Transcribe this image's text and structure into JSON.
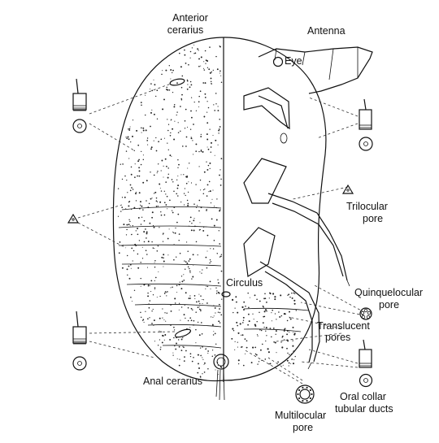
{
  "labels": {
    "anterior_cerarius": [
      "Anterior",
      "cerarius"
    ],
    "antenna": "Antenna",
    "eye": "Eye",
    "trilocular_pore": [
      "Trilocular",
      "pore"
    ],
    "circulus": "Circulus",
    "quinquelocular_pore": [
      "Quinquelocular",
      "pore"
    ],
    "translucent_pores": [
      "Translucent",
      "pores"
    ],
    "anal_cerarius": "Anal cerarius",
    "oral_collar_tubular_ducts": [
      "Oral collar",
      "tubular ducts"
    ],
    "multilocular_pore": [
      "Multilocular",
      "pore"
    ]
  }
}
